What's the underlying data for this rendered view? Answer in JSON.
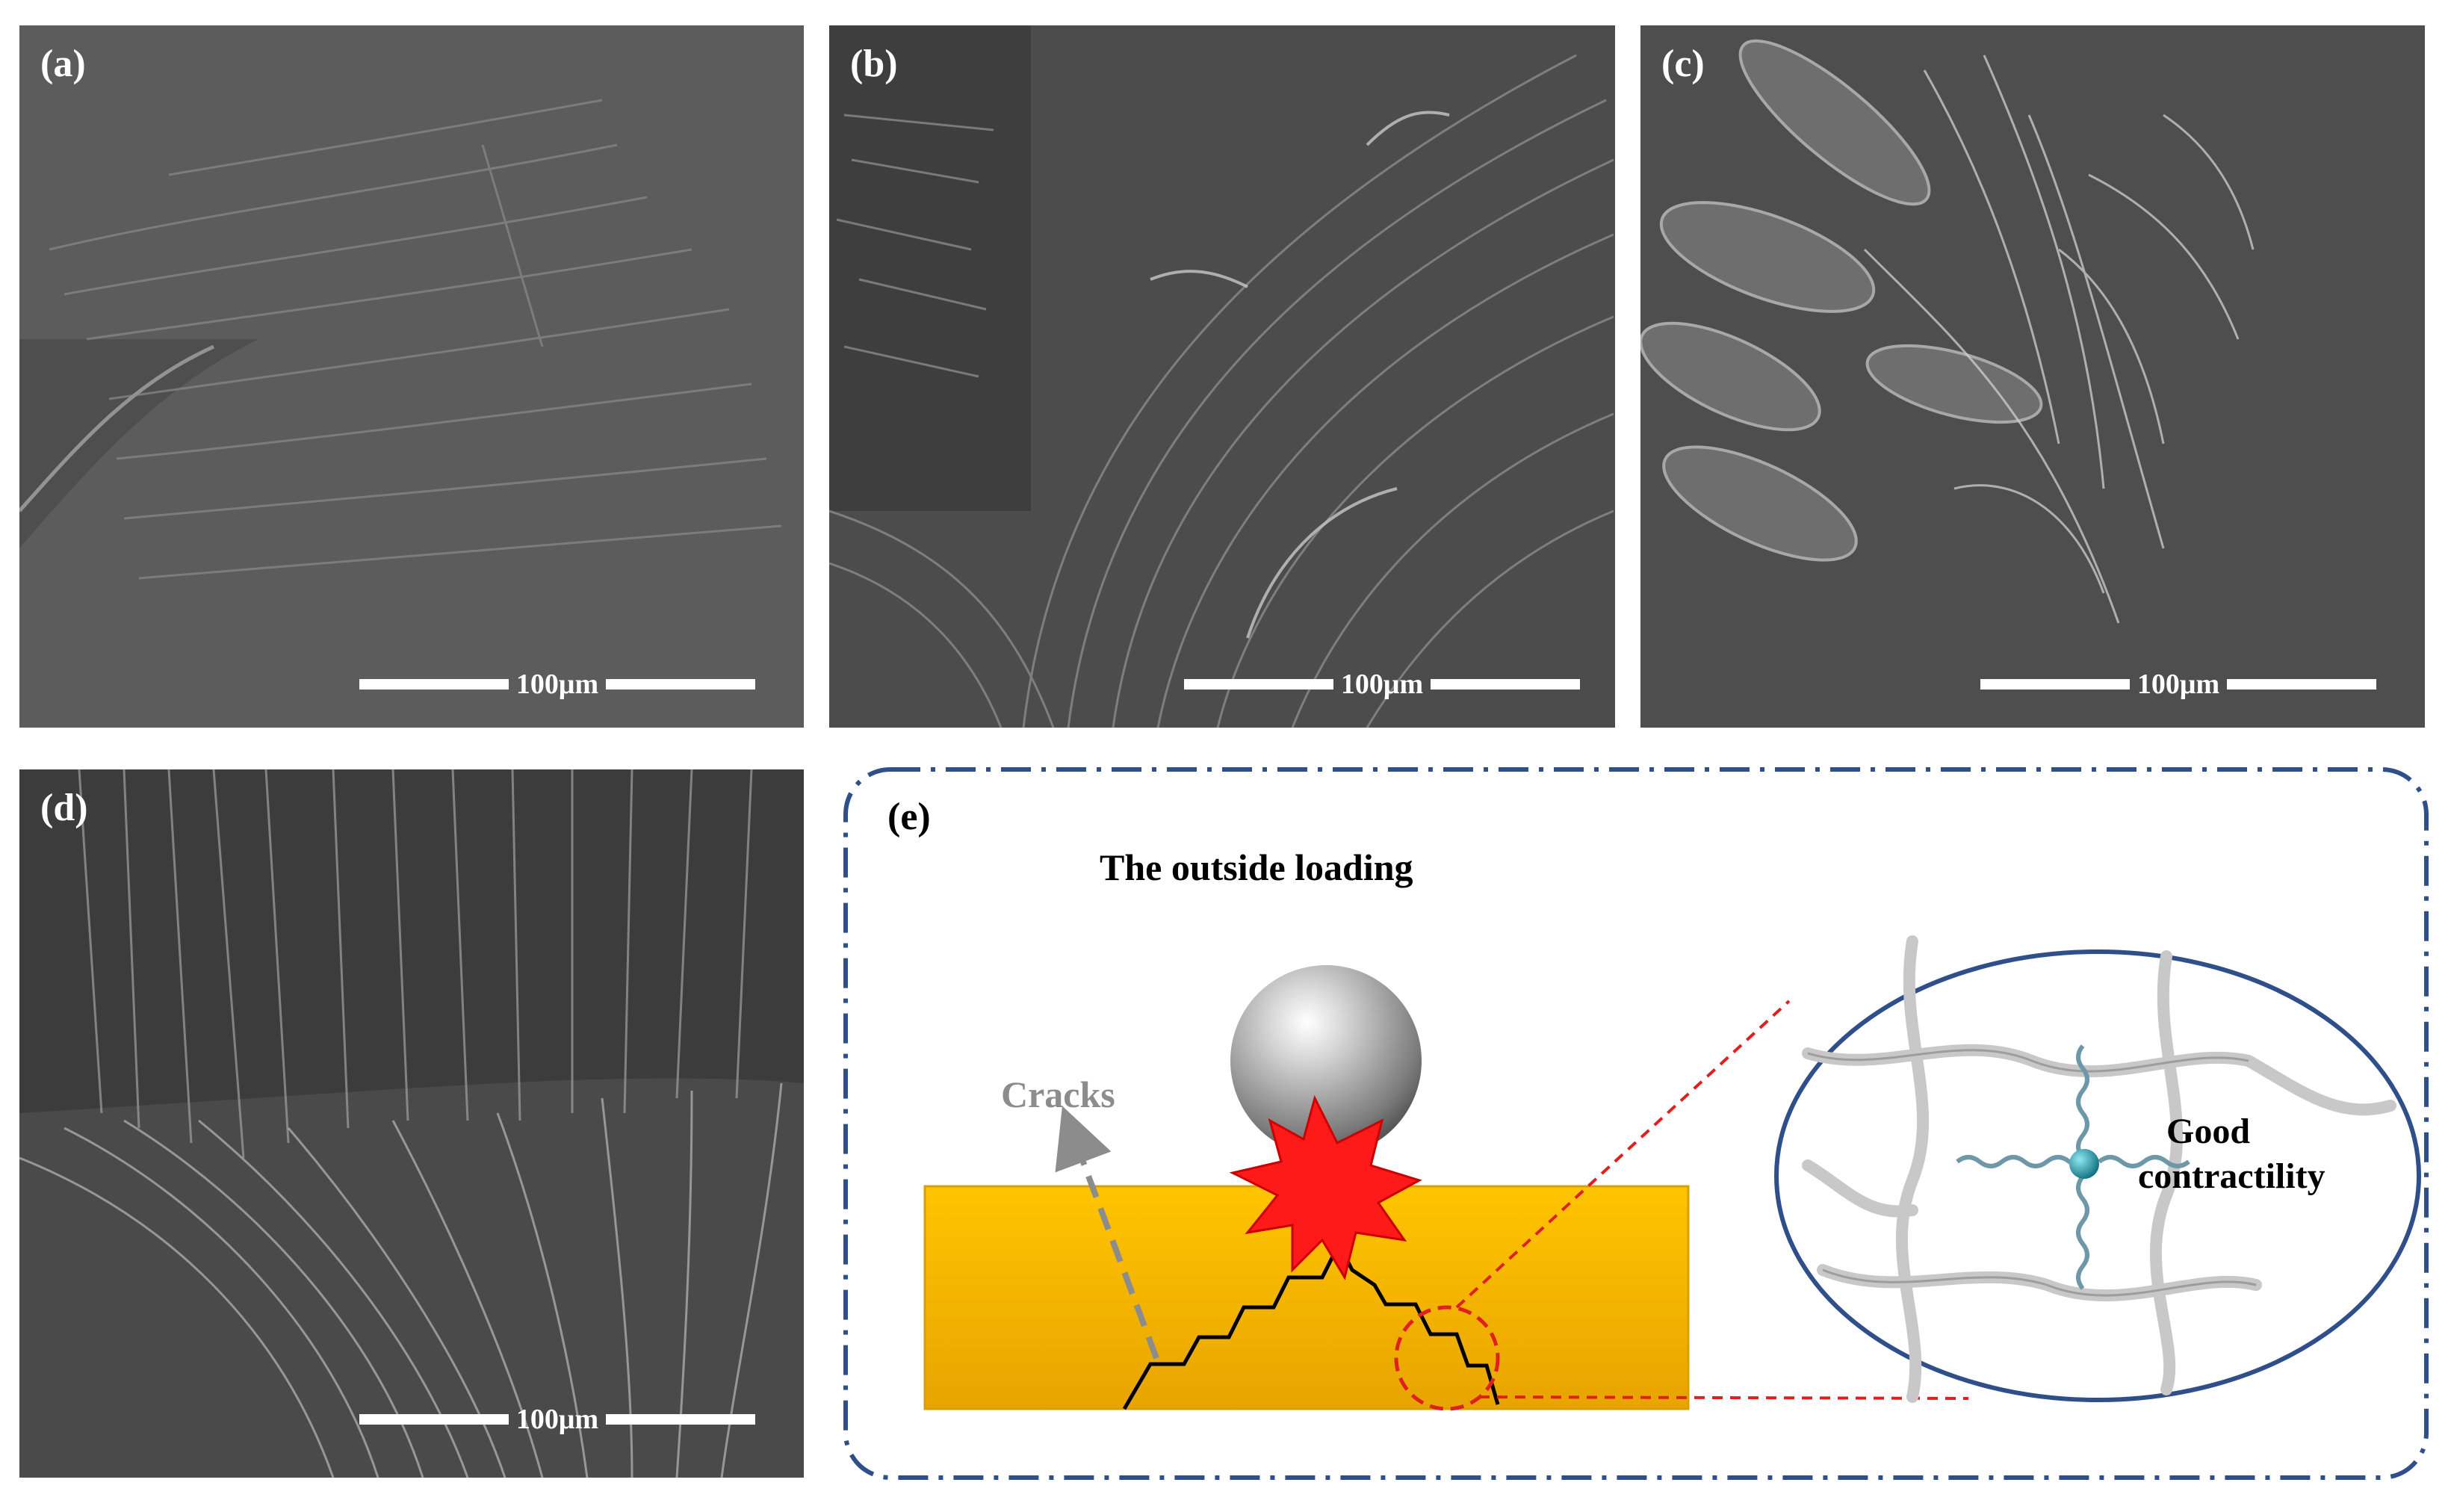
{
  "panels": {
    "a": {
      "label": "(a)",
      "scale": "100μm"
    },
    "b": {
      "label": "(b)",
      "scale": "100μm"
    },
    "c": {
      "label": "(c)",
      "scale": "100μm"
    },
    "d": {
      "label": "(d)",
      "scale": "100μm"
    }
  },
  "diagram": {
    "label": "(e)",
    "title": "The outside loading",
    "cracks_label": "Cracks",
    "zoom_label_line1": "Good",
    "zoom_label_line2": "contractility"
  },
  "colors": {
    "sem_gray": "#4a4a4a",
    "block_top": "#ffc000",
    "block_bottom": "#e6a800",
    "impact_red": "#ff1a1a",
    "frame_blue": "#2f4f8a",
    "zoom_dash_red": "#e02020",
    "crack_arrow_gray": "#8c8c8c",
    "molecule_teal": "#1a8fa0"
  }
}
